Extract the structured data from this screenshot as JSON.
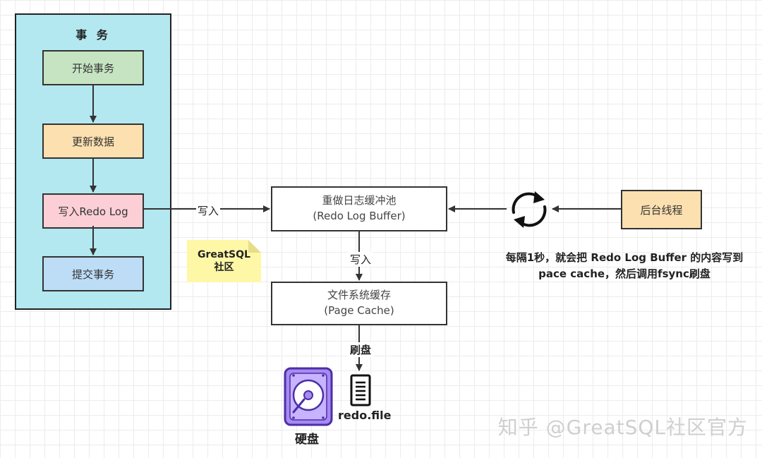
{
  "transaction": {
    "title": "事 务",
    "steps": [
      "开始事务",
      "更新数据",
      "写入Redo Log",
      "提交事务"
    ],
    "colors": [
      "#c6e4c2",
      "#fde0b0",
      "#fccfd7",
      "#bddcf6"
    ]
  },
  "buffer": {
    "line1": "重做日志缓冲池",
    "line2": "(Redo Log Buffer)"
  },
  "pagecache": {
    "line1": "文件系统缓存",
    "line2": "(Page Cache)"
  },
  "background": {
    "label": "后台线程",
    "color": "#fde0b0"
  },
  "edges": {
    "write1": "写入",
    "write2": "写入",
    "flush": "刷盘"
  },
  "note": {
    "line1": "GreatSQL",
    "line2": "社区"
  },
  "description": {
    "line1": "每隔1秒，就会把 Redo Log Buffer 的内容写到",
    "line2": "pace cache，然后调用fsync刷盘"
  },
  "disk": {
    "label": "硬盘",
    "icon": "hard-disk-icon",
    "color": "#9b7fe6"
  },
  "file": {
    "label": "redo.file",
    "icon": "document-icon"
  },
  "refresh": {
    "icon": "refresh-cycle-icon"
  },
  "watermark": "知乎 @GreatSQL社区官方"
}
